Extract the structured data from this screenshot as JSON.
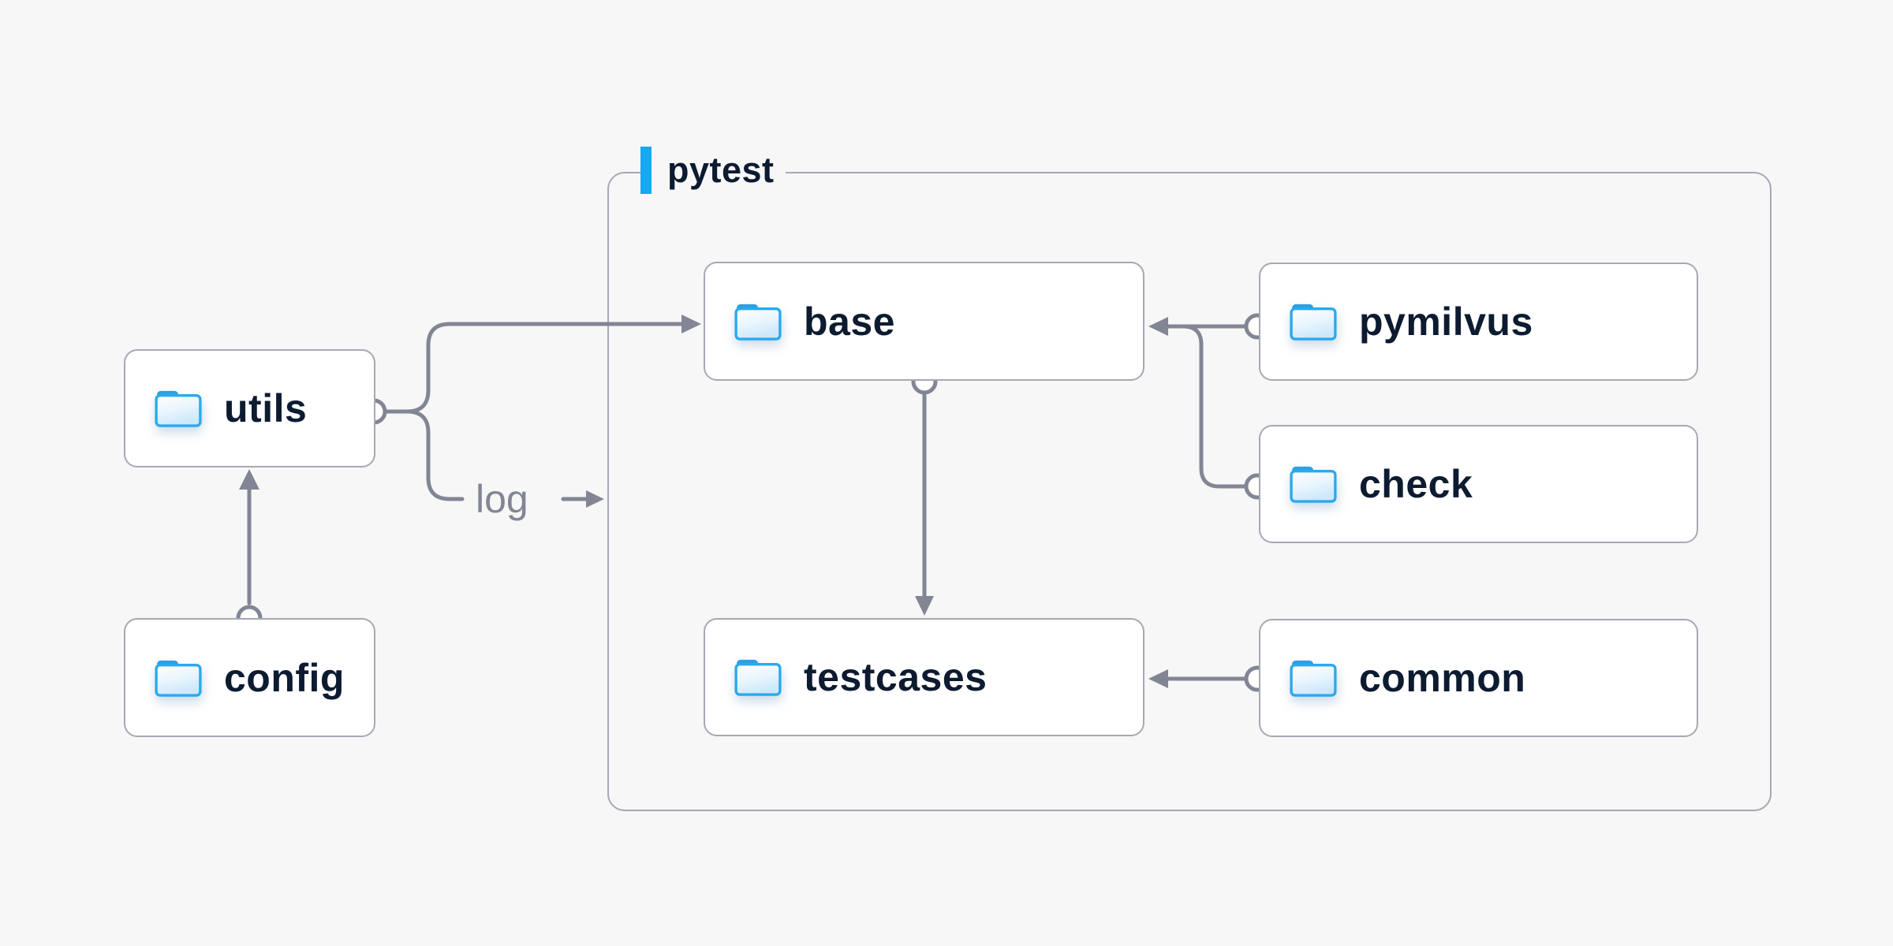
{
  "diagram": {
    "group": {
      "label": "pytest"
    },
    "log_label": "log",
    "nodes": [
      {
        "id": "utils",
        "label": "utils",
        "icon": "folder-icon",
        "group": null
      },
      {
        "id": "config",
        "label": "config",
        "icon": "folder-icon",
        "group": null
      },
      {
        "id": "base",
        "label": "base",
        "icon": "folder-icon",
        "group": "pytest"
      },
      {
        "id": "testcases",
        "label": "testcases",
        "icon": "folder-icon",
        "group": "pytest"
      },
      {
        "id": "pymilvus",
        "label": "pymilvus",
        "icon": "folder-icon",
        "group": "pytest"
      },
      {
        "id": "check",
        "label": "check",
        "icon": "folder-icon",
        "group": "pytest"
      },
      {
        "id": "common",
        "label": "common",
        "icon": "folder-icon",
        "group": "pytest"
      }
    ],
    "edges": [
      {
        "from": "config",
        "to": "utils",
        "style": "arrow"
      },
      {
        "from": "utils",
        "to": "base",
        "style": "arrow"
      },
      {
        "from": "utils",
        "to": "log",
        "style": "labeled-arrow"
      },
      {
        "from": "base",
        "to": "testcases",
        "style": "arrow"
      },
      {
        "from": "pymilvus",
        "to": "base",
        "style": "arrow"
      },
      {
        "from": "check",
        "to": "base",
        "style": "arrow"
      },
      {
        "from": "common",
        "to": "testcases",
        "style": "arrow"
      }
    ],
    "colors": {
      "background": "#f7f7f8",
      "node_fill": "#ffffff",
      "node_border": "#a7a8b4",
      "connector": "#828593",
      "label_text": "#0d1b31",
      "muted_text": "#828593",
      "accent_blue": "#14a9f1",
      "folder_blue": "#2aa9ee",
      "folder_tab_blue": "#2e9fe3"
    }
  }
}
